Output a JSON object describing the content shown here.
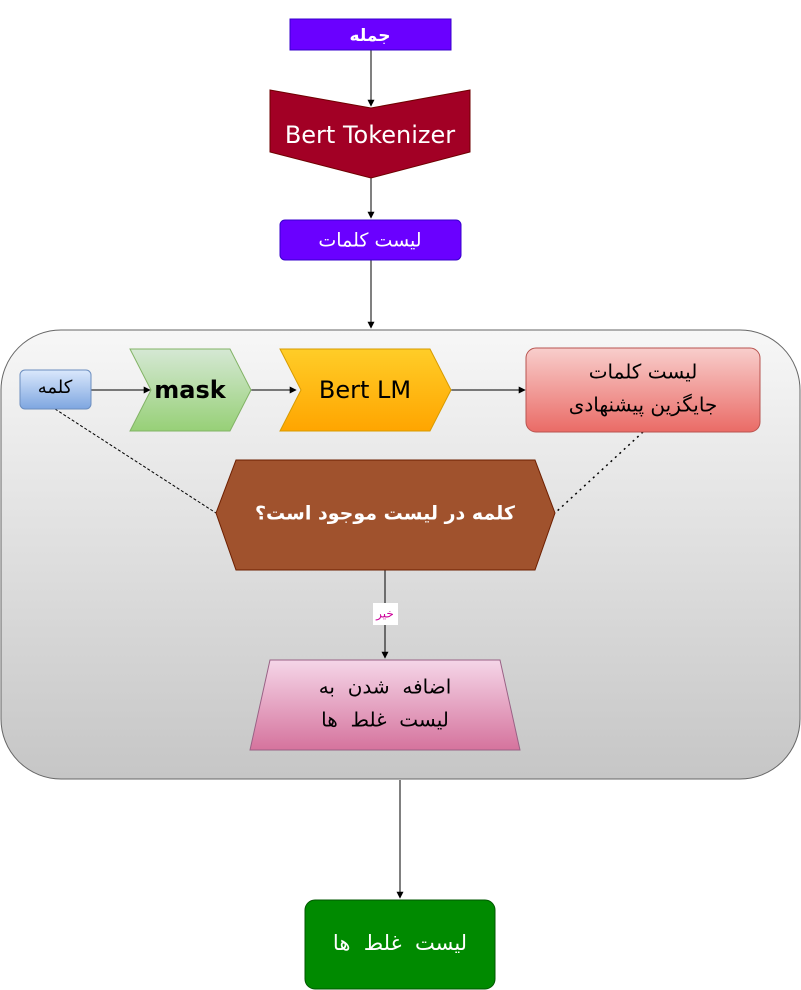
{
  "nodes": {
    "sentence": "جمله",
    "tokenizer": "Bert Tokenizer",
    "word_list": "لیست کلمات",
    "word": "کلمه",
    "mask": "mask",
    "bert_lm": "Bert LM",
    "suggestions_line1": "لیست کلمات",
    "suggestions_line2": "جایگزین پیشنهادی",
    "decision": "کلمه در لیست موجود است؟",
    "add_line1": "اضافه  شدن  به",
    "add_line2": "لیست  غلط  ها",
    "error_list": "لیست  غلط  ها"
  },
  "edges": {
    "no_label": "خیر"
  },
  "colors": {
    "purple": "#6a00ff",
    "crimson": "#a20025",
    "green_light": "#d5e8d4",
    "orange": "#ffb11a",
    "red_light": "#f19c99",
    "brown": "#a0522d",
    "pink": "#e6a6c8",
    "green_dark": "#008a00",
    "blue_light": "#9cc3ed",
    "no_label_color": "#cc0099"
  }
}
